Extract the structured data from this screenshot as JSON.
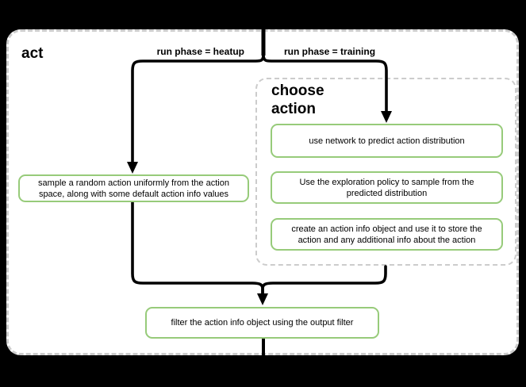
{
  "colors": {
    "background": "#000000",
    "canvas": "#ffffff",
    "node_border": "#97cb7a",
    "dashed_border": "#cccccc",
    "connector": "#000000",
    "text": "#000000"
  },
  "diagram": {
    "title": "act",
    "branch_labels": {
      "heatup": "run phase = heatup",
      "training": "run phase = training"
    },
    "group_title": "choose action",
    "nodes": {
      "sample_random": "sample a random action uniformly from the action\nspace, along with some default action info values",
      "predict_distribution": "use network to predict action distribution",
      "exploration_sample": "Use the exploration policy to sample from the\npredicted distribution",
      "create_action_info": "create an action info object and use it to store the\naction and any additional info about the action",
      "filter_output": "filter the action info object using the output filter"
    }
  }
}
